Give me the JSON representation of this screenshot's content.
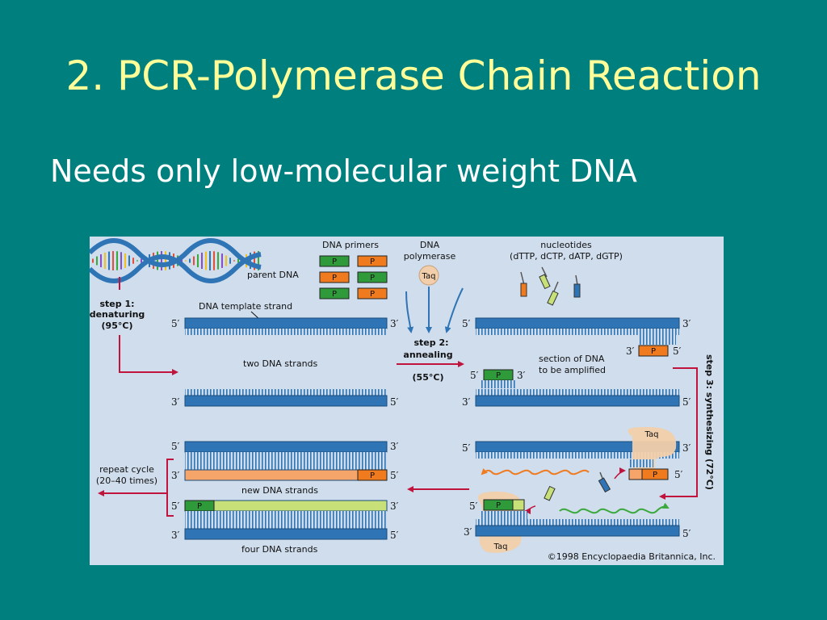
{
  "slide": {
    "title": "2. PCR-Polymerase Chain Reaction",
    "bullet": "Needs only low-molecular weight DNA"
  },
  "diagram": {
    "labels": {
      "parent_dna": "parent DNA",
      "template_strand": "DNA template strand",
      "two_strands": "two DNA strands",
      "new_strands": "new DNA strands",
      "four_strands": "four DNA strands",
      "dna_primers": "DNA primers",
      "polymerase_line1": "DNA",
      "polymerase_line2": "polymerase",
      "nucleotides_line1": "nucleotides",
      "nucleotides_line2": "(dTTP, dCTP, dATP, dGTP)",
      "section_line1": "section of DNA",
      "section_line2": "to be amplified",
      "repeat_line1": "repeat cycle",
      "repeat_line2": "(20–40 times)",
      "taq": "Taq",
      "primer": "P",
      "five_prime": "5′",
      "three_prime": "3′",
      "copyright": "©1998 Encyclopaedia Britannica, Inc."
    },
    "steps": {
      "step1_line1": "step 1:",
      "step1_line2": "denaturing",
      "step1_line3": "(95°C)",
      "step2_line1": "step 2:",
      "step2_line2": "annealing",
      "step2_line3": "(55°C)",
      "step3": "step 3: synthesizing (72°C)"
    },
    "colors": {
      "background": "#cfdded",
      "strand_blue": "#2f74b5",
      "strand_orange": "#f5a46a",
      "strand_green": "#c8e078",
      "primer_green": "#2e9a3a",
      "primer_orange": "#f07a1e",
      "arrow_red": "#c0143c",
      "taq_tan": "#f2cfaa"
    }
  }
}
